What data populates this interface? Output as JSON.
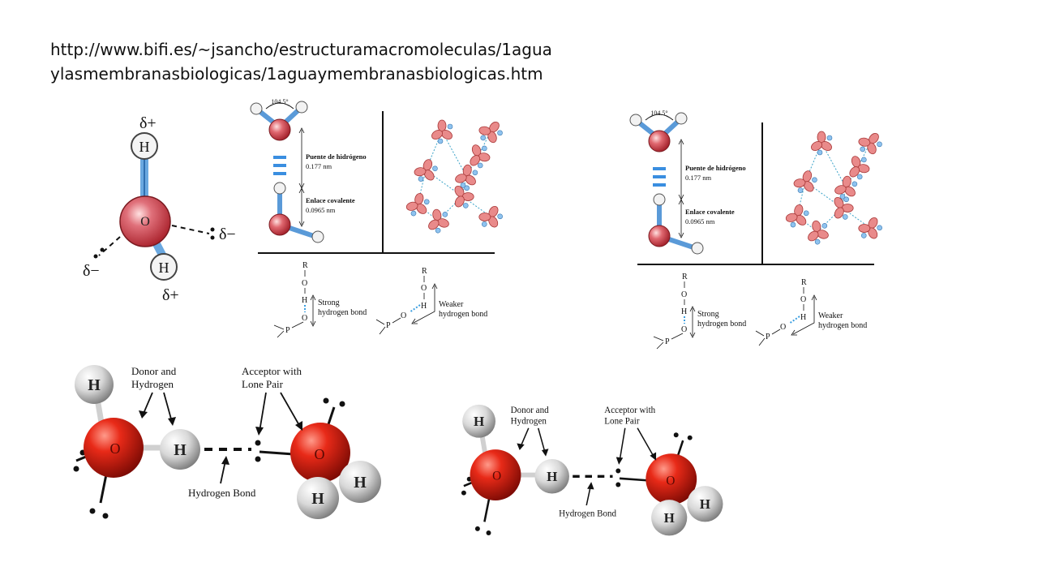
{
  "header": {
    "url_line1": "http://www.bifi.es/~jsancho/estructuramacromoleculas/1agua",
    "url_line2": "ylasmembranasbiologicas/1aguaymembranasbiologicas.htm"
  },
  "polar_molecule": {
    "delta_plus": "δ+",
    "delta_minus": "δ−",
    "h_label": "H",
    "o_label": "O"
  },
  "hbond_panel": {
    "angle": "104.5°",
    "hbond_label": "Puente de hidrógeno",
    "hbond_length": "0.177 nm",
    "covalent_label": "Enlace covalente",
    "covalent_length": "0.0965 nm",
    "strong_line1": "Strong",
    "strong_line2": "hydrogen bond",
    "weaker_line1": "Weaker",
    "weaker_line2": "hydrogen bond",
    "r": "R",
    "o": "O",
    "h": "H",
    "p": "P"
  },
  "ball_model": {
    "donor_line1": "Donor and",
    "donor_line2": "Hydrogen",
    "acceptor_line1": "Acceptor with",
    "acceptor_line2": "Lone Pair",
    "hydrogen_bond": "Hydrogen Bond",
    "h_label": "H",
    "o_label": "O"
  },
  "colors": {
    "oxygen": "#d8343a",
    "bond_blue": "#4a90d0",
    "hydrogen": "#f2f2f2"
  }
}
